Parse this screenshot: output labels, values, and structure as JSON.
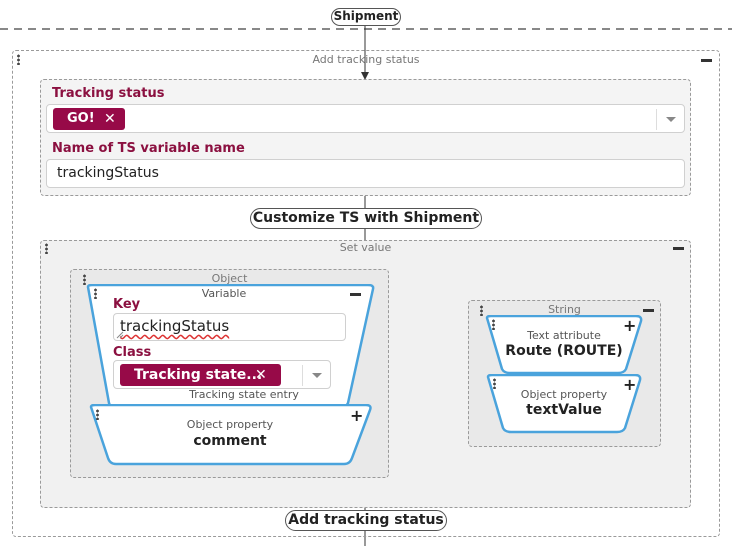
{
  "top_pill": {
    "label": "Shipment"
  },
  "outer_block": {
    "title": "Add tracking status",
    "tracking_status_label": "Tracking status",
    "tracking_status_chip": "GO!",
    "ts_name_label": "Name of TS variable name",
    "ts_name_value": "trackingStatus"
  },
  "customize_pill": {
    "label": "Customize TS with Shipment"
  },
  "set_value_block": {
    "title": "Set value",
    "object_block": {
      "title": "Object",
      "variable_title": "Variable",
      "key_label": "Key",
      "key_value": "trackingStatus",
      "class_label": "Class",
      "class_chip": "Tracking state...",
      "class_caption": "Tracking state entry",
      "property_title": "Object property",
      "property_value": "comment"
    },
    "string_block": {
      "title": "String",
      "text_attr_title": "Text attribute",
      "text_attr_value": "Route (ROUTE)",
      "obj_prop_title": "Object property",
      "obj_prop_value": "textValue"
    }
  },
  "bottom_pill": {
    "label": "Add tracking status"
  },
  "colors": {
    "accent": "#970a48",
    "label": "#8b1040",
    "trapezoid_border": "#4aa3dc"
  },
  "icons": [
    "drag-handle-icon",
    "collapse-icon",
    "expand-icon",
    "remove-chip-icon",
    "dropdown-icon",
    "arrow-left-icon",
    "resize-handle-icon"
  ]
}
